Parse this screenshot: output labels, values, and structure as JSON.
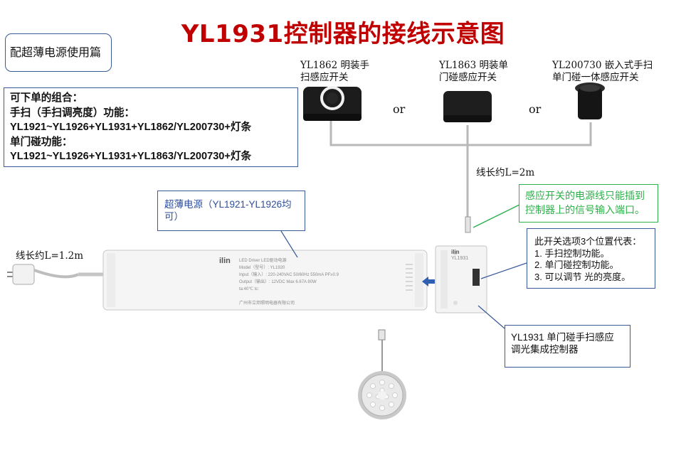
{
  "title": "YL1931控制器的接线示意图",
  "badge": "配超薄电源使用篇",
  "combo": {
    "heading": "可下单的组合：",
    "line1": "手扫（手扫调亮度）功能：",
    "line2": "YL1921~YL1926+YL1931+YL1862/YL200730+灯条",
    "line3": "单门碰功能：",
    "line4": "YL1921~YL1926+YL1931+YL1863/YL200730+灯条"
  },
  "switches": [
    {
      "l1": "YL1862  明装手",
      "l2": "扫感应开关"
    },
    {
      "l1": "YL1863  明装单",
      "l2": "门碰感应开关"
    },
    {
      "l1": "YL200730  嵌入式手扫",
      "l2": "单门碰一体感应开关"
    }
  ],
  "or_label": "or",
  "cable_label": "线长约L=2m",
  "plug_label": "线长约L=1.2m",
  "green_note": {
    "l1": "感应开关的电源线只能插到",
    "l2": "控制器上的信号输入端口。"
  },
  "psu_note": {
    "l1": "超薄电源（YL1921-YL1926均",
    "l2": "可）"
  },
  "select_note": {
    "l1": "此开关选项3个位置代表：",
    "l2": "1. 手扫控制功能。",
    "l3": "2. 单门碰控制功能。",
    "l4": "3. 可以调节 光的亮度。"
  },
  "ctrl_note": {
    "l1": "YL1931 单门碰手扫感应",
    "l2": "调光集成控制器"
  },
  "psu_label": {
    "brand": "ilin",
    "name": "LED Driver LED驱动电源",
    "model": "Model（型号）: YL1920",
    "input": "Input（输入）: 220-240VAC  50/60Hz  550mA  PF≥0.9",
    "output": "Output（输出）: 12VDC Max 6.67A  80W",
    "temp": "ta:40℃  tc:",
    "maker": "广州市立邦照明电器有限公司"
  },
  "ctrl_label": {
    "brand": "ilin",
    "model": "YL1931"
  },
  "colors": {
    "title": "#c00000",
    "box_border": "#3a5a9a",
    "green": "#2eb04a",
    "wire": "#b8b8b8",
    "arrow": "#2f5fb0"
  }
}
